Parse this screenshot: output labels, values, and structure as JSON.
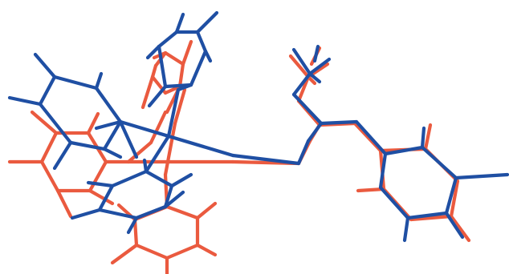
{
  "figure": {
    "description_visible_text": "",
    "colors": {
      "structure_a": "#1f4fa3",
      "structure_b": "#ea5a3f",
      "background": "#ffffff"
    },
    "legend": "none",
    "structures": [
      {
        "name": "",
        "color_key": "structure_a"
      },
      {
        "name": "",
        "color_key": "structure_b"
      }
    ]
  }
}
